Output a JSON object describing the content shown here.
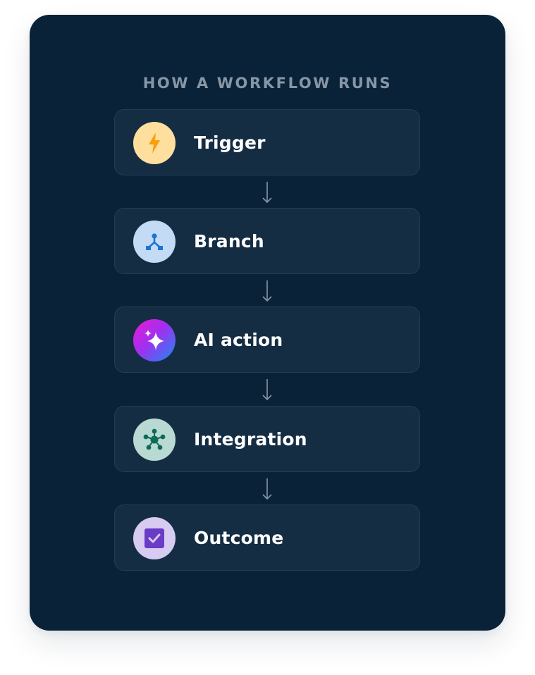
{
  "heading": "HOW A WORKFLOW RUNS",
  "steps": [
    {
      "label": "Trigger",
      "icon": "lightning-bolt-icon",
      "color": "#ffdf9e"
    },
    {
      "label": "Branch",
      "icon": "branch-fork-icon",
      "color": "#c3dbf5"
    },
    {
      "label": "AI action",
      "icon": "sparkle-icon",
      "color": "#a32ef0"
    },
    {
      "label": "Integration",
      "icon": "network-hub-icon",
      "color": "#b9dad2"
    },
    {
      "label": "Outcome",
      "icon": "checkbox-check-icon",
      "color": "#d7cbf1"
    }
  ],
  "connector_icon": "arrow-down-icon",
  "colors": {
    "panel_background": "#0a2238",
    "card_background": "#152d43",
    "heading_text": "#8796a5",
    "label_text": "#ffffff"
  }
}
